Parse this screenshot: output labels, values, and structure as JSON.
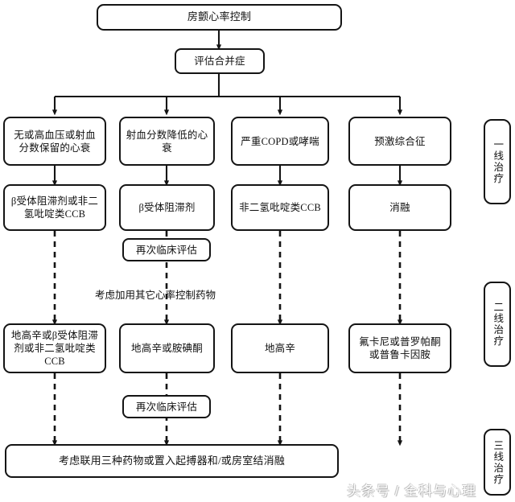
{
  "figure": {
    "title": "房颤心率控制",
    "assess_1": "评估合并症",
    "reassess_1": "再次临床评估",
    "reassess_2": "再次临床评估",
    "consider_note": "考虑加用其它心率控制药物",
    "final": "考虑联用三种药物或置入起搏器和/或房室结消融",
    "watermark": "头条号 / 全科与心理"
  },
  "conditions": [
    {
      "id": "cond-1",
      "label": "无或高血压或射血分数保留的心衰"
    },
    {
      "id": "cond-2",
      "label": "射血分数降低的心衰"
    },
    {
      "id": "cond-3",
      "label": "严重COPD或哮喘"
    },
    {
      "id": "cond-4",
      "label": "预激综合征"
    }
  ],
  "first_line": [
    {
      "id": "first-1",
      "label": "β受体阻滞剂或非二氢吡啶类CCB"
    },
    {
      "id": "first-2",
      "label": "β受体阻滞剂"
    },
    {
      "id": "first-3",
      "label": "非二氢吡啶类CCB"
    },
    {
      "id": "first-4",
      "label": "消融"
    }
  ],
  "second_line": [
    {
      "id": "second-1",
      "label": "地高辛或β受体阻滞剂或非二氢吡啶类CCB"
    },
    {
      "id": "second-2",
      "label": "地高辛或胺碘酮"
    },
    {
      "id": "second-3",
      "label": "地高辛"
    },
    {
      "id": "second-4",
      "label": "氟卡尼或普罗帕酮或普鲁卡因胺"
    }
  ],
  "phases": [
    {
      "id": "phase-1",
      "label": "一线治疗"
    },
    {
      "id": "phase-2",
      "label": "二线治疗"
    },
    {
      "id": "phase-3",
      "label": "三线治疗"
    }
  ],
  "chart_data": {
    "type": "diagram",
    "title": "房颤心率控制",
    "diagram_kind": "clinical-decision-flowchart",
    "orientation": "top-down",
    "columns": 4,
    "levels": [
      {
        "level": "entry",
        "nodes": [
          "房颤心率控制"
        ]
      },
      {
        "level": "assessment",
        "nodes": [
          "评估合并症"
        ]
      },
      {
        "level": "comorbidity",
        "nodes": [
          "无或高血压或射血分数保留的心衰",
          "射血分数降低的心衰",
          "严重COPD或哮喘",
          "预激综合征"
        ]
      },
      {
        "level": "一线治疗",
        "nodes": [
          "β受体阻滞剂或非二氢吡啶类CCB",
          "β受体阻滞剂",
          "非二氢吡啶类CCB",
          "消融"
        ]
      },
      {
        "level": "reassessment",
        "nodes": [
          "再次临床评估"
        ]
      },
      {
        "level": "二线治疗",
        "nodes": [
          "地高辛或β受体阻滞剂或非二氢吡啶类CCB",
          "地高辛或胺碘酮",
          "地高辛",
          "氟卡尼或普罗帕酮或普鲁卡因胺"
        ]
      },
      {
        "level": "reassessment",
        "nodes": [
          "再次临床评估"
        ]
      },
      {
        "level": "三线治疗",
        "nodes": [
          "考虑联用三种药物或置入起搏器和/或房室结消融"
        ]
      }
    ],
    "edge_styles": {
      "solid": "一线treatment assignment",
      "dashed": "escalation to next line"
    },
    "annotations": [
      "考虑加用其它心率控制药物"
    ],
    "colors": {
      "stroke": "#141414",
      "fill": "#ffffff",
      "text": "#101010"
    }
  }
}
